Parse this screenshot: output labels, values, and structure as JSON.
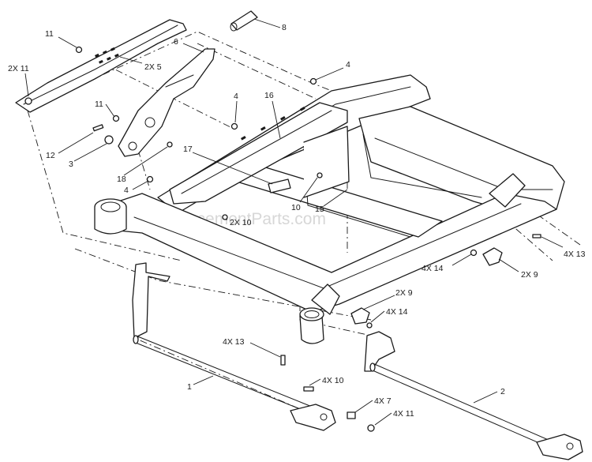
{
  "watermark": "eReplacementParts.com",
  "callouts": {
    "c_2x11": "2X 11",
    "c_11a": "11",
    "c_2x5": "2X 5",
    "c_6": "6",
    "c_8": "8",
    "c_4a": "4",
    "c_4b": "4",
    "c_16": "16",
    "c_11b": "11",
    "c_12": "12",
    "c_3": "3",
    "c_18": "18",
    "c_17": "17",
    "c_4c": "4",
    "c_10": "10",
    "c_15": "15",
    "c_2x10": "2X 10",
    "c_4x13a": "4X 13",
    "c_4x14a": "4X 14",
    "c_2x9a": "2X 9",
    "c_2x9b": "2X 9",
    "c_4x14b": "4X 14",
    "c_4x13b": "4X 13",
    "c_1": "1",
    "c_4x10": "4X 10",
    "c_2": "2",
    "c_4x7": "4X 7",
    "c_4x11": "4X 11"
  }
}
